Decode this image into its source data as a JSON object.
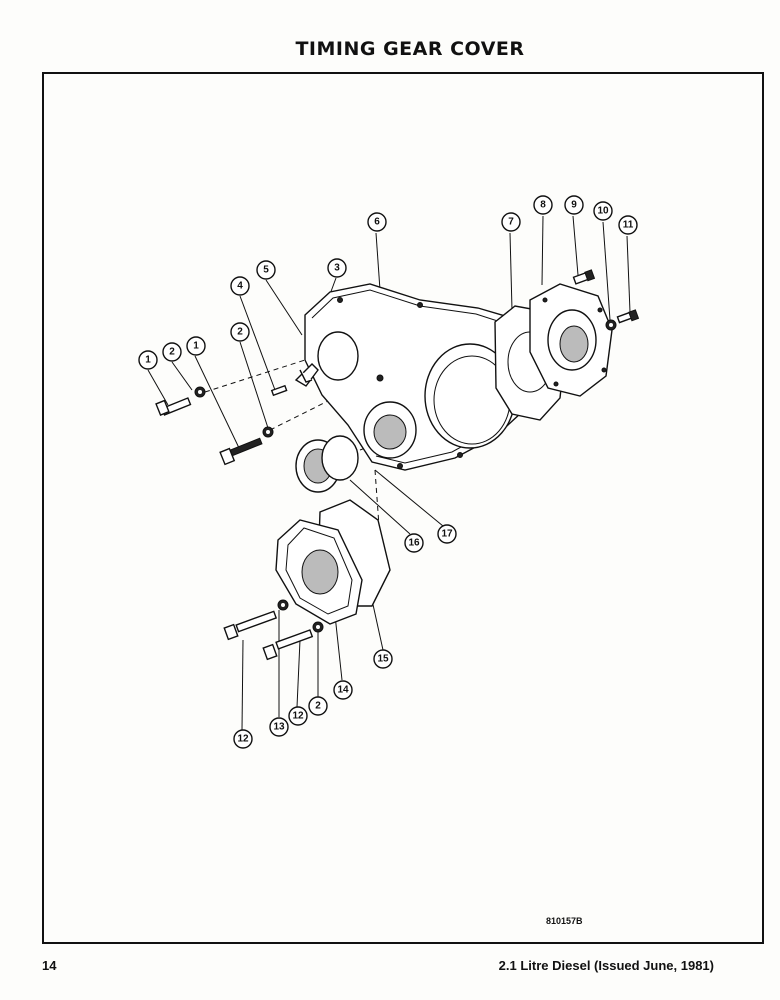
{
  "header": {
    "title": "TIMING GEAR COVER"
  },
  "figure": {
    "drawing_number": "810157B"
  },
  "callouts": [
    "1",
    "2",
    "1",
    "2",
    "4",
    "5",
    "3",
    "6",
    "7",
    "8",
    "9",
    "10",
    "11",
    "16",
    "17",
    "15",
    "14",
    "13",
    "12",
    "2",
    "12"
  ],
  "footer": {
    "page_number": "14",
    "publication": "2.1 Litre Diesel (Issued June, 1981)"
  }
}
